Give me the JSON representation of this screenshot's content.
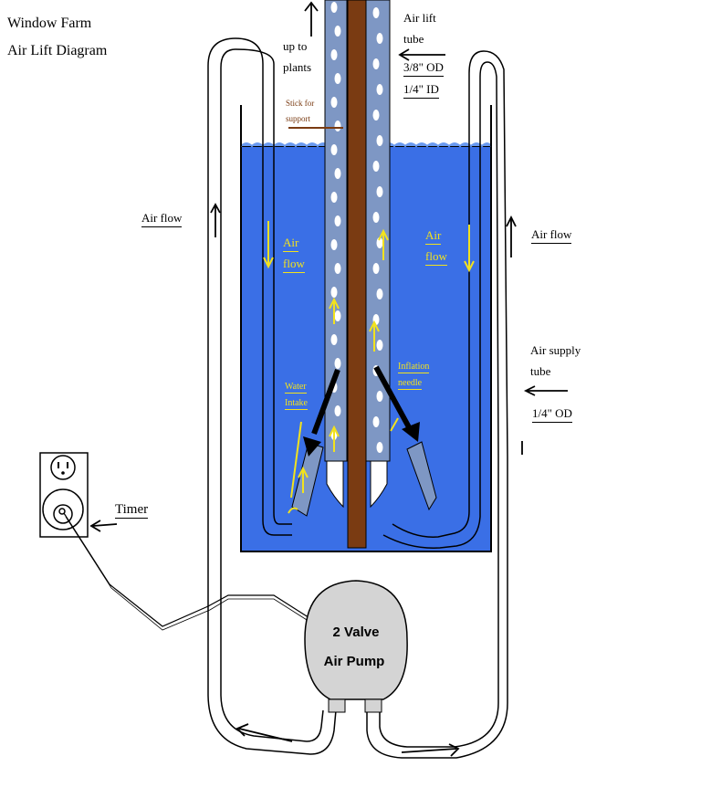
{
  "title": {
    "line1": "Window Farm",
    "line2": "Air Lift Diagram"
  },
  "labels": {
    "up_to_line1": "up to",
    "up_to_line2": "plants",
    "stick_line1": "Stick for",
    "stick_line2": "support",
    "air_lift_line1": "Air lift",
    "air_lift_line2": "tube",
    "air_lift_od": "3/8\" OD",
    "air_lift_id": "1/4\" ID",
    "air_flow_left": "Air flow",
    "air_flow_right": "Air flow",
    "air_flow_inner_left_1": "Air",
    "air_flow_inner_left_2": "flow",
    "air_flow_inner_right_1": "Air",
    "air_flow_inner_right_2": "flow",
    "air_supply_line1": "Air supply",
    "air_supply_line2": "tube",
    "air_supply_od": "1/4\" OD",
    "water_intake_1": "Water",
    "water_intake_2": "Intake",
    "inflation_1": "Inflation",
    "inflation_2": "needle",
    "timer": "Timer",
    "pump_line1": "2 Valve",
    "pump_line2": "Air Pump"
  },
  "colors": {
    "water": "#3a6fe6",
    "water_light": "#6a9af0",
    "tube_fill": "#7e97c4",
    "stick": "#7a3b12",
    "pump": "#d4d4d4",
    "arrow_yellow": "#f2e21e",
    "needle": "#000000"
  },
  "icons": [
    "outlet-icon",
    "timer-plug-icon"
  ]
}
